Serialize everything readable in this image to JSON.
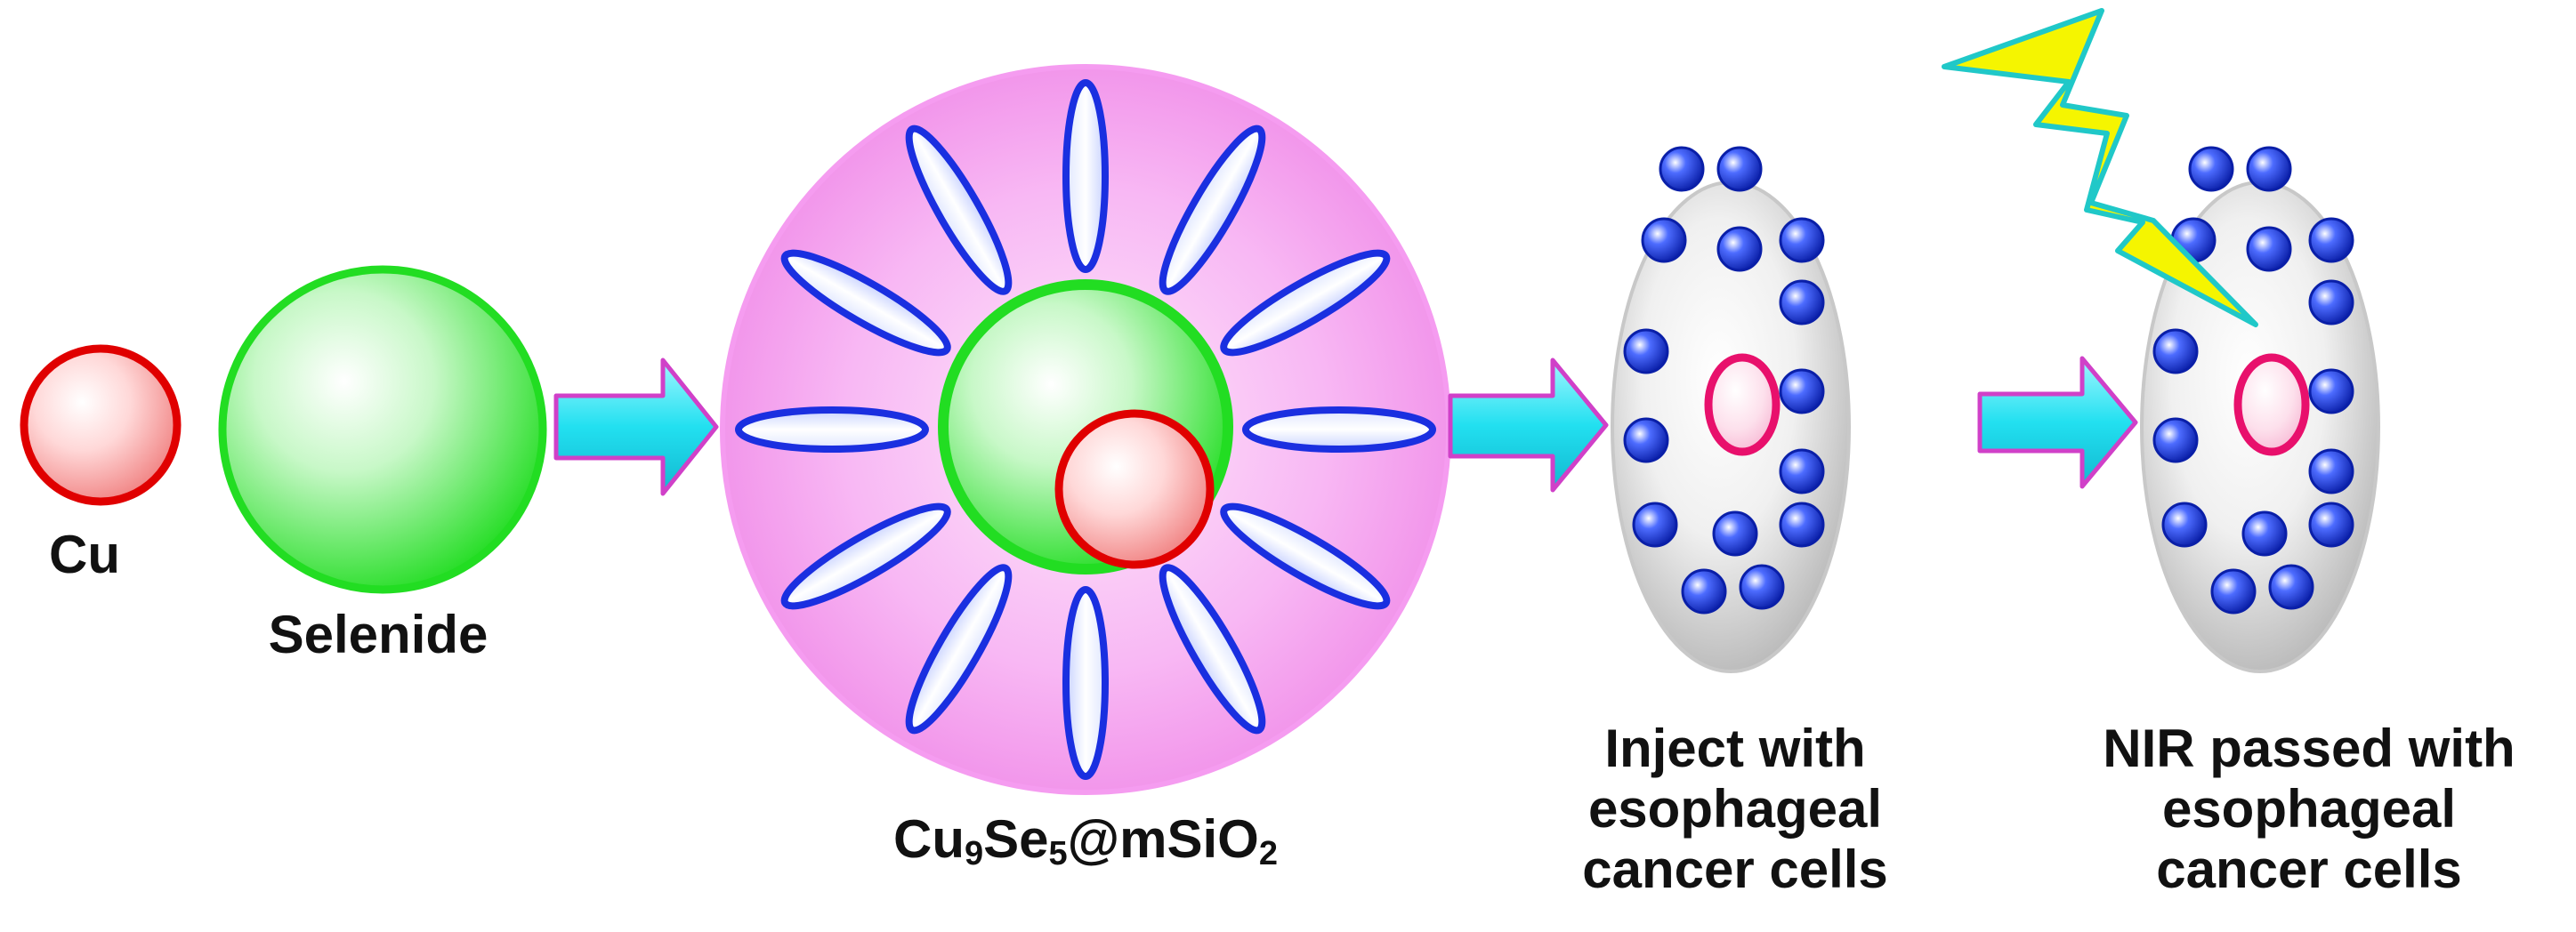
{
  "labels": {
    "cu": "Cu",
    "selenide": "Selenide",
    "composite": {
      "base1": "Cu",
      "sub1": "9",
      "base2": "Se",
      "sub2": "5",
      "base3": "@mSiO",
      "sub3": "2"
    },
    "inject": [
      "Inject with",
      "esophageal",
      "cancer cells"
    ],
    "nir": [
      "NIR passed with",
      "esophageal",
      "cancer cells"
    ]
  },
  "colors": {
    "copper": "#e00000",
    "selenide": "#22dd22",
    "silica_shell": "#f59cf0",
    "rods": "#1a2fe0",
    "arrow_fill": "#22e0f0",
    "arrow_border": "#d040c8",
    "cell": "#c8c8c8",
    "nucleus": "#e8106c",
    "dots": "#1030d0",
    "lightning": "#f5f500",
    "lightning_border": "#20c8c8"
  }
}
